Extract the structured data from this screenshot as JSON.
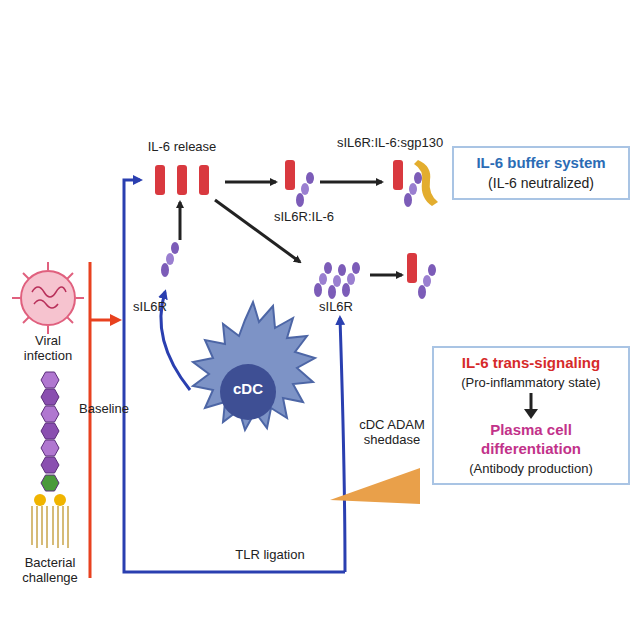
{
  "diagram": {
    "nodes": [
      {
        "text": [
          "IL-6 buffer system",
          "(IL-6 neutralized)"
        ]
      },
      {
        "text": [
          "cDC"
        ]
      },
      {
        "text": [
          "IL-6 trans-signaling",
          "(Pro-inflammatory state)",
          "Plasma cell differentiation",
          "(Antibody production)"
        ]
      }
    ],
    "labels": [
      "Viral infection",
      "Bacterial challenge",
      "IL-6 release",
      "sIL6R:IL-6:sgp130",
      "sIL6R:IL-6",
      "sIL6R",
      "Baseline",
      "sIL6R",
      "cDC ADAM sheddase",
      "TLR ligation"
    ]
  }
}
